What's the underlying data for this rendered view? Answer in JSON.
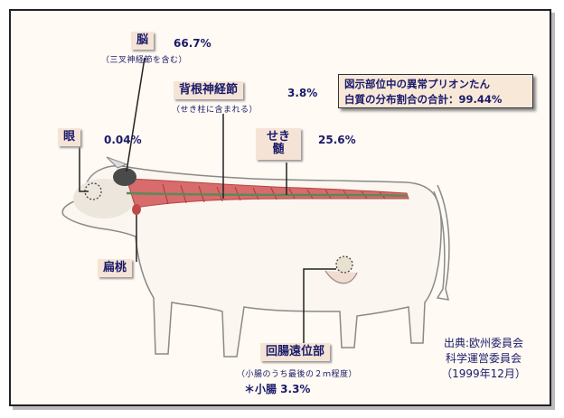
{
  "labels": {
    "brain": "脳",
    "brain_pct": "66.7%",
    "brain_note": "（三叉神経節を含む）",
    "drg": "背根神経節",
    "drg_pct": "3.8%",
    "drg_note": "（せき柱に含まれる）",
    "eye": "眼",
    "eye_pct": "0.04%",
    "spinal_line1": "せき",
    "spinal_line2": "髄",
    "spinal_pct": "25.6%",
    "tonsil": "扁桃",
    "ileum": "回腸遠位部",
    "ileum_note": "（小腸のうち最後の２ｍ程度）",
    "small_intestine": "＊小腸 3.3%"
  },
  "summary": {
    "line1": "図示部位中の異常プリオンたん",
    "line2": "白質の分布割合の合計：99.44%"
  },
  "source": {
    "line1": "出典:欧州委員会",
    "line2": "科学運営委員会",
    "line3": "（1999年12月）"
  },
  "colors": {
    "label_bg": "#f5e4d6",
    "text": "#1a1a6a",
    "spine": "#c85050"
  }
}
